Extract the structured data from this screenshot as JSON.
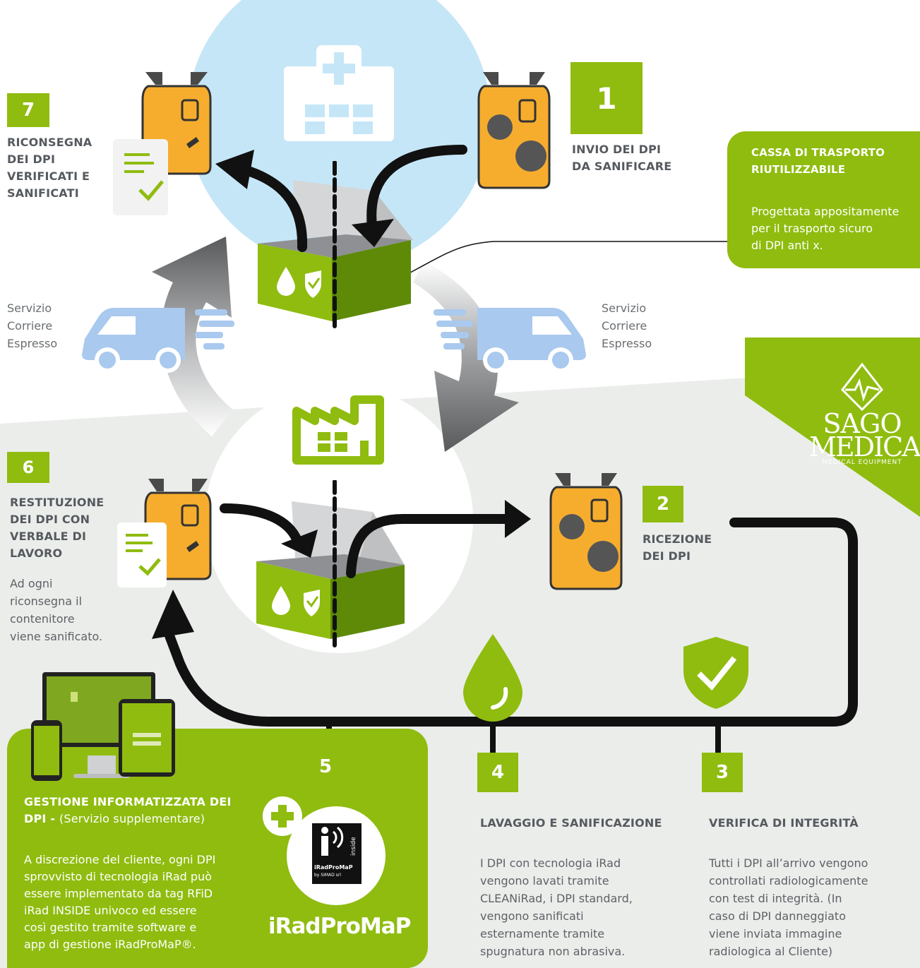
{
  "steps": {
    "s1": {
      "number": "1",
      "title_line1": "INVIO DEI DPI",
      "title_line2": "DA SANIFICARE"
    },
    "s2": {
      "number": "2",
      "title_line1": "RICEZIONE",
      "title_line2": "DEI DPI"
    },
    "s3": {
      "number": "3",
      "title": "VERIFICA DI INTEGRITÀ",
      "body": [
        "Tutti i DPI all’arrivo vengono",
        "controllati radiologicamente",
        "con test di integrità. (In",
        "caso di DPI danneggiato",
        "viene inviata immagine",
        "radiologica al Cliente)"
      ]
    },
    "s4": {
      "number": "4",
      "title": "LAVAGGIO E SANIFICAZIONE",
      "body": [
        "I DPI con tecnologia iRad",
        "vengono lavati tramite",
        "CLEANiRad, i DPI standard,",
        "vengono sanificati",
        "esternamente tramite",
        "spugnatura non abrasiva."
      ]
    },
    "s5": {
      "number": "5",
      "title_line1": "GESTIONE INFORMATIZZATA DEI",
      "title_line2_bold": "DPI - ",
      "title_line2_normal": "(Servizio supplementare)",
      "body": [
        "A discrezione del cliente, ogni DPI",
        "sprovvisto di tecnologia iRad può",
        "essere implementato da tag RFiD",
        "iRad INSIDE univoco ed essere",
        "così gestito tramite software e",
        "app di gestione iRadProMaP®."
      ]
    },
    "s6": {
      "number": "6",
      "title": [
        "RESTITUZIONE",
        "DEI DPI CON",
        "VERBALE DI",
        "LAVORO"
      ],
      "body": [
        "Ad ogni",
        "riconsegna il",
        "contenitore",
        "viene sanificato."
      ]
    },
    "s7": {
      "number": "7",
      "title": [
        "RICONSEGNA",
        "DEI DPI",
        "VERIFICATI E",
        "SANIFICATI"
      ]
    }
  },
  "courier_left": [
    "Servizio",
    "Corriere",
    "Espresso"
  ],
  "courier_right": [
    "Servizio",
    "Corriere",
    "Espresso"
  ],
  "callout": {
    "title": [
      "CASSA DI TRASPORTO",
      "RIUTILIZZABILE"
    ],
    "body": [
      "Progettata appositamente",
      "per il  trasporto sicuro",
      "di DPI anti x."
    ]
  },
  "brand": {
    "name_line1": "SAGO",
    "name_line2": "MEDICA",
    "tagline": "MEDICAL EQUIPMENT"
  },
  "irad": {
    "wordmark": "iRadProMaP",
    "badge_name": "iRadProMaP",
    "badge_sub": "by SIMAD srl",
    "badge_side": "inside"
  },
  "colors": {
    "green": "#8fbc0f",
    "orange": "#f6ad2e",
    "light_blue": "#c5e6f7",
    "van_blue": "#a9c9ee",
    "grey_bg": "#ebedeb",
    "dark": "#111111"
  }
}
